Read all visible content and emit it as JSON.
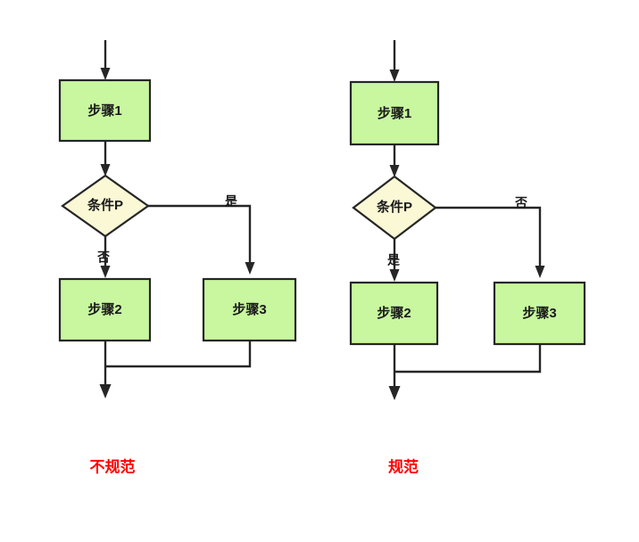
{
  "figure": {
    "title": "",
    "background_color": "#ffffff",
    "colors": {
      "process_fill": "#c8f79f",
      "decision_fill": "#fbf8d6",
      "stroke": "#262626",
      "caption": "#ff0000",
      "text": "#1a1a1a"
    }
  },
  "panels": [
    {
      "id": "left",
      "caption": "不规范",
      "nodes": {
        "step1": "步骤1",
        "decision": "条件P",
        "step2": "步骤2",
        "step3": "步骤3"
      },
      "edges": {
        "branch_right": "是",
        "branch_down": "否"
      }
    },
    {
      "id": "right",
      "caption": "规范",
      "nodes": {
        "step1": "步骤1",
        "decision": "条件P",
        "step2": "步骤2",
        "step3": "步骤3"
      },
      "edges": {
        "branch_right": "否",
        "branch_down": "是"
      }
    }
  ]
}
